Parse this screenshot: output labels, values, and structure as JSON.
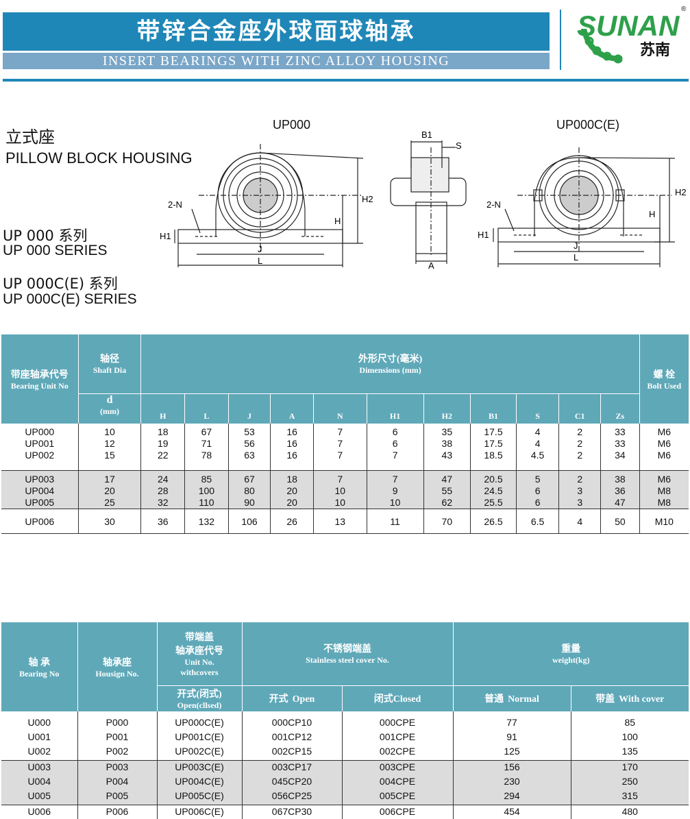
{
  "header": {
    "title_cn": "带锌合金座外球面球轴承",
    "title_en": "INSERT BEARINGS WITH ZINC ALLOY HOUSING",
    "logo_text": "SUNAN",
    "logo_cn": "苏南",
    "logo_mark": "®"
  },
  "intro": {
    "type_cn": "立式座",
    "type_en": "PILLOW BLOCK HOUSING",
    "series1_cn": "UP 000 系列",
    "series1_en": "UP 000 SERIES",
    "series2_cn": "UP 000C(E) 系列",
    "series2_en": "UP 000C(E) SERIES"
  },
  "diagrams": {
    "left_title": "UP000",
    "right_title": "UP000C(E)",
    "labels": {
      "n": "2-N",
      "h1": "H1",
      "h": "H",
      "h2": "H2",
      "j": "J",
      "l": "L",
      "b1": "B1",
      "s": "S",
      "a": "A"
    }
  },
  "table1": {
    "headers": {
      "unit_cn": "带座轴承代号",
      "unit_en": "Bearing Unit No",
      "shaft_cn": "轴径",
      "shaft_en": "Shaft Dia",
      "d": "d",
      "d_unit": "(mm)",
      "dims_cn": "外形尺寸(毫米)",
      "dims_en": "Dimensions (mm)",
      "bolt_cn": "螺    栓",
      "bolt_en": "Bolt Used",
      "cols": [
        "H",
        "L",
        "J",
        "A",
        "N",
        "H1",
        "H2",
        "B1",
        "S",
        "C1",
        "Zs"
      ]
    },
    "groups": [
      {
        "units": [
          "UP000",
          "UP001",
          "UP002"
        ],
        "d": [
          "10",
          "12",
          "15"
        ],
        "H": [
          "18",
          "19",
          "22"
        ],
        "L": [
          "67",
          "71",
          "78"
        ],
        "J": [
          "53",
          "56",
          "63"
        ],
        "A": [
          "16",
          "16",
          "16"
        ],
        "N": [
          "7",
          "7",
          "7"
        ],
        "H1": [
          "6",
          "6",
          "7"
        ],
        "H2": [
          "35",
          "38",
          "43"
        ],
        "B1": [
          "17.5",
          "17.5",
          "18.5"
        ],
        "S": [
          "4",
          "4",
          "4.5"
        ],
        "C1": [
          "2",
          "2",
          "2"
        ],
        "Zs": [
          "33",
          "33",
          "34"
        ],
        "bolt": [
          "M6",
          "M6",
          "M6"
        ]
      },
      {
        "units": [
          "UP003",
          "UP004",
          "UP005"
        ],
        "d": [
          "17",
          "20",
          "25"
        ],
        "H": [
          "24",
          "28",
          "32"
        ],
        "L": [
          "85",
          "100",
          "110"
        ],
        "J": [
          "67",
          "80",
          "90"
        ],
        "A": [
          "18",
          "20",
          "20"
        ],
        "N": [
          "7",
          "10",
          "10"
        ],
        "H1": [
          "7",
          "9",
          "10"
        ],
        "H2": [
          "47",
          "55",
          "62"
        ],
        "B1": [
          "20.5",
          "24.5",
          "25.5"
        ],
        "S": [
          "5",
          "6",
          "6"
        ],
        "C1": [
          "2",
          "3",
          "3"
        ],
        "Zs": [
          "38",
          "36",
          "47"
        ],
        "bolt": [
          "M6",
          "M8",
          "M8"
        ]
      },
      {
        "units": [
          "UP006"
        ],
        "d": [
          "30"
        ],
        "H": [
          "36"
        ],
        "L": [
          "132"
        ],
        "J": [
          "106"
        ],
        "A": [
          "26"
        ],
        "N": [
          "13"
        ],
        "H1": [
          "11"
        ],
        "H2": [
          "70"
        ],
        "B1": [
          "26.5"
        ],
        "S": [
          "6.5"
        ],
        "C1": [
          "4"
        ],
        "Zs": [
          "50"
        ],
        "bolt": [
          "M10"
        ]
      }
    ]
  },
  "table2": {
    "headers": {
      "bearing_cn": "轴    承",
      "bearing_en": "Bearing No",
      "housing_cn": "轴承座",
      "housing_en": "Housign No.",
      "cover_cn1": "带端盖",
      "cover_cn2": "轴承座代号",
      "cover_en1": "Unit No.",
      "cover_en2": "withcovers",
      "open_closed_cn": "开式(闭式)",
      "open_closed_en": "Open(cllsed)",
      "ss_cn": "不锈钢端盖",
      "ss_en": "Stainless steel cover No.",
      "open_cn": "开式",
      "open_en": "Open",
      "closed_cn": "闭式",
      "closed_en": "Closed",
      "weight_cn": "重量",
      "weight_en": "weight(kg)",
      "normal_cn": "普通",
      "normal_en": "Normal",
      "withcover_cn": "带盖",
      "withcover_en": "With cover"
    },
    "groups": [
      {
        "bearing": [
          "U000",
          "U001",
          "U002"
        ],
        "housing": [
          "P000",
          "P001",
          "P002"
        ],
        "unit": [
          "UP000C(E)",
          "UP001C(E)",
          "UP002C(E)"
        ],
        "open": [
          "000CP10",
          "001CP12",
          "002CP15"
        ],
        "closed": [
          "000CPE",
          "001CPE",
          "002CPE"
        ],
        "normal": [
          "77",
          "91",
          "125"
        ],
        "cover": [
          "85",
          "100",
          "135"
        ]
      },
      {
        "bearing": [
          "U003",
          "U004",
          "U005"
        ],
        "housing": [
          "P003",
          "P004",
          "P005"
        ],
        "unit": [
          "UP003C(E)",
          "UP004C(E)",
          "UP005C(E)"
        ],
        "open": [
          "003CP17",
          "045CP20",
          "056CP25"
        ],
        "closed": [
          "003CPE",
          "004CPE",
          "005CPE"
        ],
        "normal": [
          "156",
          "230",
          "294"
        ],
        "cover": [
          "170",
          "250",
          "315"
        ]
      },
      {
        "bearing": [
          "U006"
        ],
        "housing": [
          "P006"
        ],
        "unit": [
          "UP006C(E)"
        ],
        "open": [
          "067CP30"
        ],
        "closed": [
          "006CPE"
        ],
        "normal": [
          "454"
        ],
        "cover": [
          "480"
        ]
      }
    ]
  }
}
